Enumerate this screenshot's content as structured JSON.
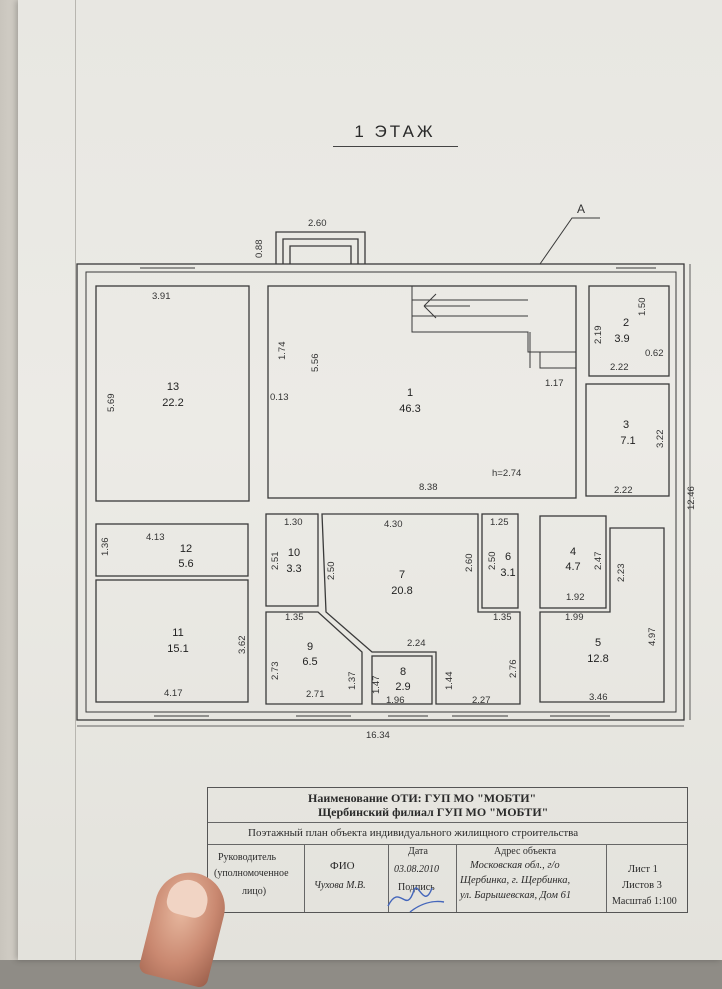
{
  "title": "1 ЭТАЖ",
  "callout_label": "А",
  "overall": {
    "width": "16.34",
    "height": "12.46",
    "porch": "2.60",
    "porch_depth": "0.88",
    "ceiling_height": "h=2.74"
  },
  "rooms": [
    {
      "num": "1",
      "area": "46.3"
    },
    {
      "num": "2",
      "area": "3.9"
    },
    {
      "num": "3",
      "area": "7.1"
    },
    {
      "num": "4",
      "area": "4.7"
    },
    {
      "num": "5",
      "area": "12.8"
    },
    {
      "num": "6",
      "area": "3.1"
    },
    {
      "num": "7",
      "area": "20.8"
    },
    {
      "num": "8",
      "area": "2.9"
    },
    {
      "num": "9",
      "area": "6.5"
    },
    {
      "num": "10",
      "area": "3.3"
    },
    {
      "num": "11",
      "area": "15.1"
    },
    {
      "num": "12",
      "area": "5.6"
    },
    {
      "num": "13",
      "area": "22.2"
    }
  ],
  "dimensions": [
    "3.91",
    "5.69",
    "1.74",
    "5.56",
    "0.13",
    "8.38",
    "1.17",
    "2.19",
    "1.50",
    "0.62",
    "2.22",
    "3.22",
    "2.22",
    "4.13",
    "1.36",
    "1.30",
    "4.30",
    "1.25",
    "2.51",
    "2.50",
    "2.60",
    "2.50",
    "1.35",
    "1.35",
    "2.24",
    "1.92",
    "1.99",
    "2.47",
    "2.23",
    "4.97",
    "3.62",
    "2.73",
    "1.37",
    "1.47",
    "1.44",
    "2.76",
    "4.17",
    "2.71",
    "1.96",
    "2.27",
    "3.46"
  ],
  "title_block": {
    "name_line1": "Наименование ОТИ: ГУП МО \"МОБТИ\"",
    "name_line2": "Щербинский филиал ГУП МО \"МОБТИ\"",
    "description": "Поэтажный план объекта индивидуального жилищного строительства",
    "head_label_1": "Руководитель",
    "head_label_2": "(уполномоченное",
    "head_label_3": "лицо)",
    "fio_label": "ФИО",
    "fio_value": "Чухова М.В.",
    "date_label": "Дата",
    "date_value": "03.08.2010",
    "sign_label": "Подпись",
    "address_label": "Адрес объекта",
    "address_1": "Московская обл., г/о",
    "address_2": "Щербинка, г. Щербинка,",
    "address_3": "ул. Барышевская, Дом 61",
    "sheet": "Лист 1",
    "sheets": "Листов 3",
    "scale": "Масштаб 1:100"
  }
}
